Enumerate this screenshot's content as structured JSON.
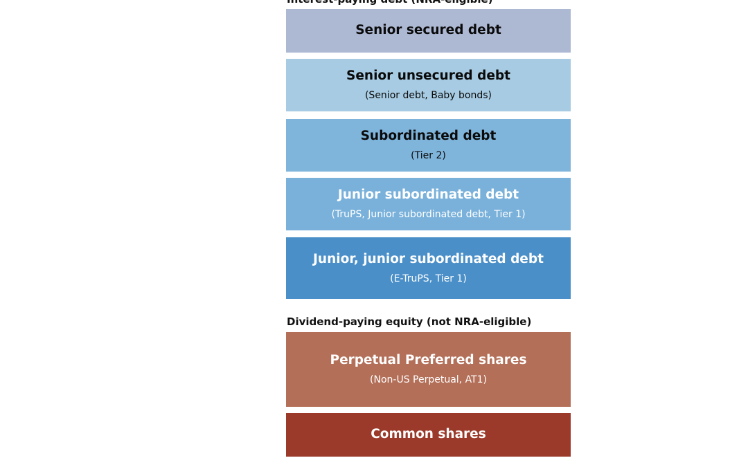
{
  "sections": {
    "debt_label": "Interest-paying debt (NRA-eligible)",
    "equity_label": "Dividend-paying equity (not NRA-eligible)"
  },
  "blocks": [
    {
      "title": "Senior secured debt",
      "subtitle": ""
    },
    {
      "title": "Senior unsecured debt",
      "subtitle": "(Senior debt, Baby bonds)"
    },
    {
      "title": "Subordinated debt",
      "subtitle": "(Tier 2)"
    },
    {
      "title": "Junior subordinated debt",
      "subtitle": "(TruPS, Junior subordinated debt, Tier 1)"
    },
    {
      "title": "Junior, junior subordinated debt",
      "subtitle": "(E-TruPS, Tier 1)"
    },
    {
      "title": "Perpetual Preferred shares",
      "subtitle": "(Non-US Perpetual, AT1)"
    },
    {
      "title": "Common shares",
      "subtitle": ""
    }
  ],
  "colors": {
    "senior_secured": "#adb8d3",
    "senior_unsecured": "#a6cbe2",
    "subordinated": "#7fb4db",
    "junior_subordinated": "#79b1db",
    "junior_junior_subordinated": "#4a8fc8",
    "perpetual_preferred": "#b36f58",
    "common_shares": "#9b3a2b"
  }
}
